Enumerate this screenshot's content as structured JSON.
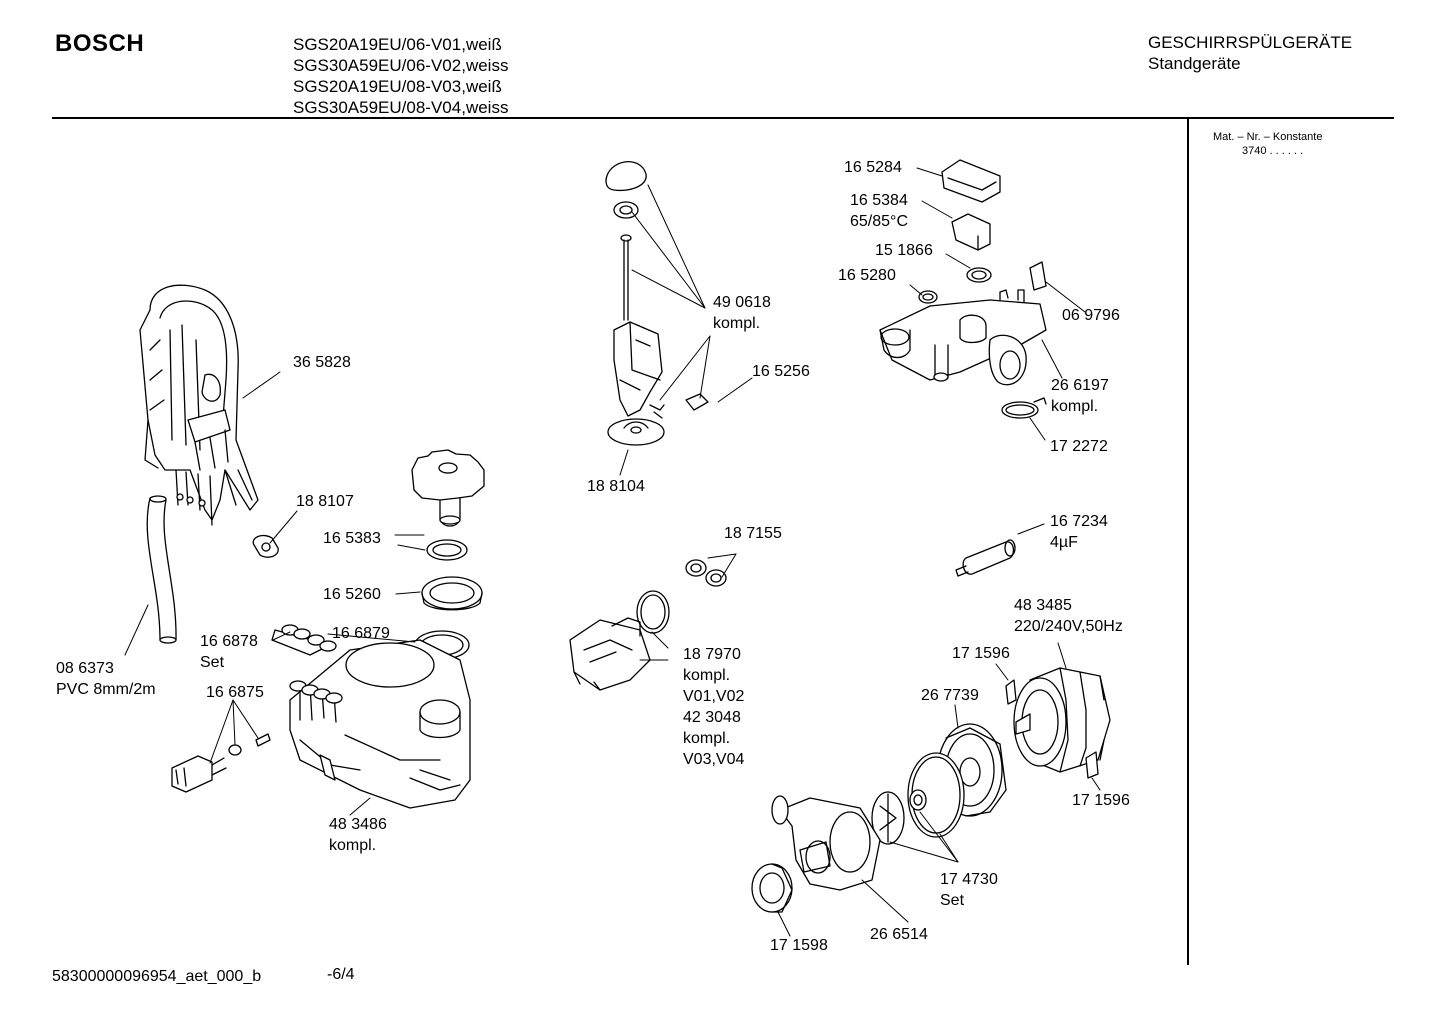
{
  "header": {
    "brand": "BOSCH",
    "models": [
      "SGS20A19EU/06-V01,weiß",
      "SGS30A59EU/06-V02,weiss",
      "SGS20A19EU/08-V03,weiß",
      "SGS30A59EU/08-V04,weiss"
    ],
    "category_line1": "GESCHIRRSPÜLGERÄTE",
    "category_line2": "Standgeräte"
  },
  "sidebar": {
    "mat_nr_label": "Mat. – Nr. – Konstante",
    "mat_nr_value": "3740  .  .  .  .  .  ."
  },
  "footer": {
    "doc_id": "58300000096954_aet_000_b",
    "page": "-6/4"
  },
  "parts": {
    "p365828": "36 5828",
    "p188107": "18 8107",
    "p165383": "16 5383",
    "p165260": "16 5260",
    "p166878": "16 6878",
    "p166878_set": "Set",
    "p166879": "16 6879",
    "p086373": "08 6373",
    "p086373_spec": "PVC 8mm/2m",
    "p166875": "16 6875",
    "p483486": "48 3486",
    "p483486_kompl": "kompl.",
    "p490618": "49 0618",
    "p490618_kompl": "kompl.",
    "p165256": "16 5256",
    "p188104": "18 8104",
    "p187155": "18 7155",
    "p187970": "18 7970",
    "p187970_kompl": "kompl.",
    "p187970_var": "V01,V02",
    "p423048": "42 3048",
    "p423048_kompl": "kompl.",
    "p423048_var": "V03,V04",
    "p165284": "16 5284",
    "p165384": "16 5384",
    "p165384_temp": "65/85°C",
    "p151866": "15 1866",
    "p165280": "16 5280",
    "p069796": "06 9796",
    "p266197": "26 6197",
    "p266197_kompl": "kompl.",
    "p172272": "17 2272",
    "p167234": "16 7234",
    "p167234_cap": "4µF",
    "p483485": "48 3485",
    "p483485_spec": "220/240V,50Hz",
    "p171596a": "17 1596",
    "p267739": "26 7739",
    "p171596b": "17 1596",
    "p174730": "17 4730",
    "p174730_set": "Set",
    "p171598": "17 1598",
    "p266514": "26 6514"
  }
}
